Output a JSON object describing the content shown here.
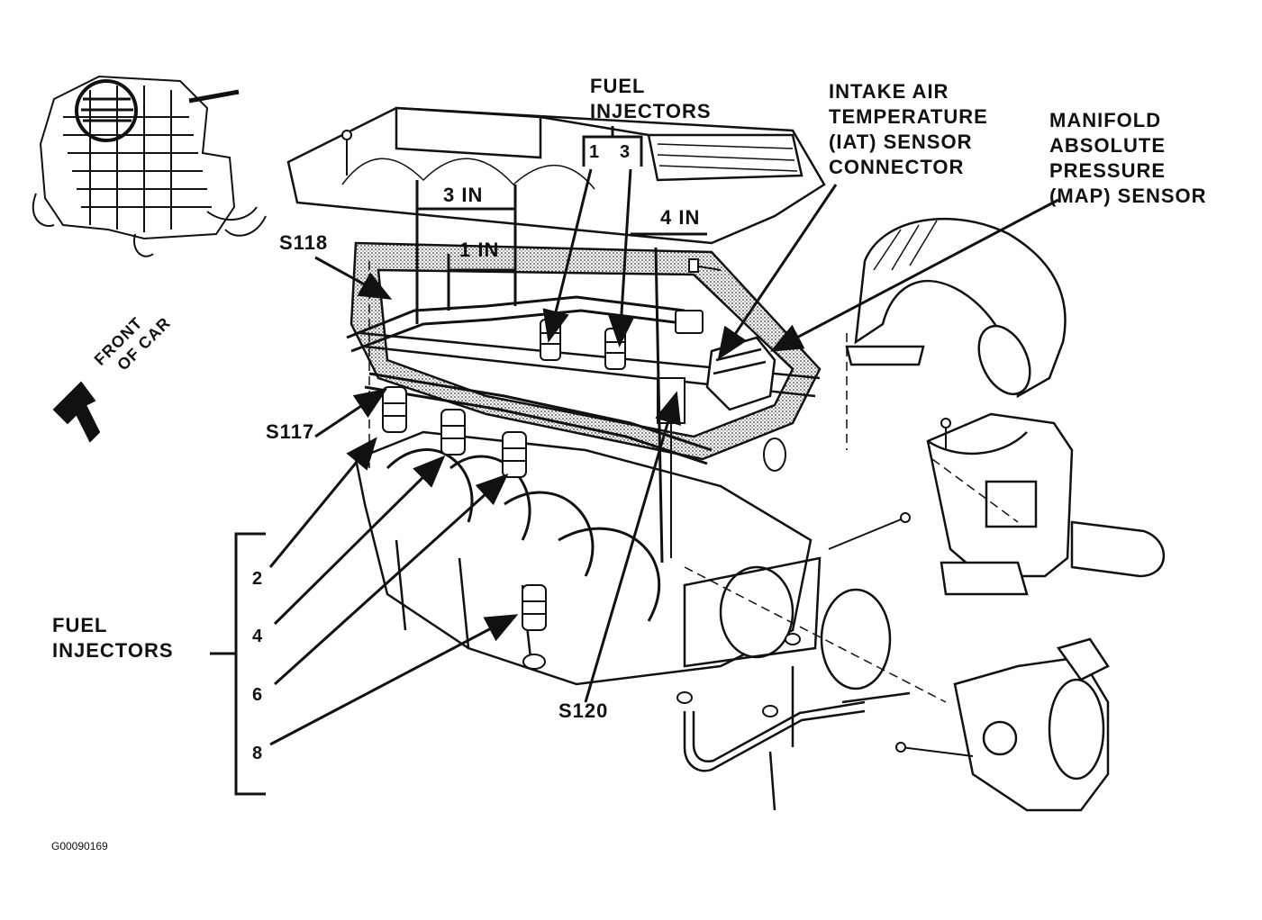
{
  "labels": {
    "fuel_injectors_top": [
      "FUEL",
      "INJECTORS"
    ],
    "iat": [
      "INTAKE AIR",
      "TEMPERATURE",
      "(IAT) SENSOR",
      "CONNECTOR"
    ],
    "map": [
      "MANIFOLD",
      "ABSOLUTE",
      "PRESSURE",
      "(MAP) SENSOR"
    ],
    "fuel_injectors_left": [
      "FUEL",
      "INJECTORS"
    ],
    "front_of_car": [
      "FRONT",
      "OF CAR"
    ],
    "splices": {
      "s118": "S118",
      "s117": "S117",
      "s120": "S120"
    },
    "distances": {
      "three_in": "3 IN",
      "one_in": "1 IN",
      "four_in": "4 IN"
    },
    "injector_numbers_top": [
      "1",
      "3"
    ],
    "injector_numbers_left": [
      "2",
      "4",
      "6",
      "8"
    ],
    "figure_id": "G00090169"
  },
  "colors": {
    "ink": "#111111",
    "paper": "#ffffff"
  }
}
